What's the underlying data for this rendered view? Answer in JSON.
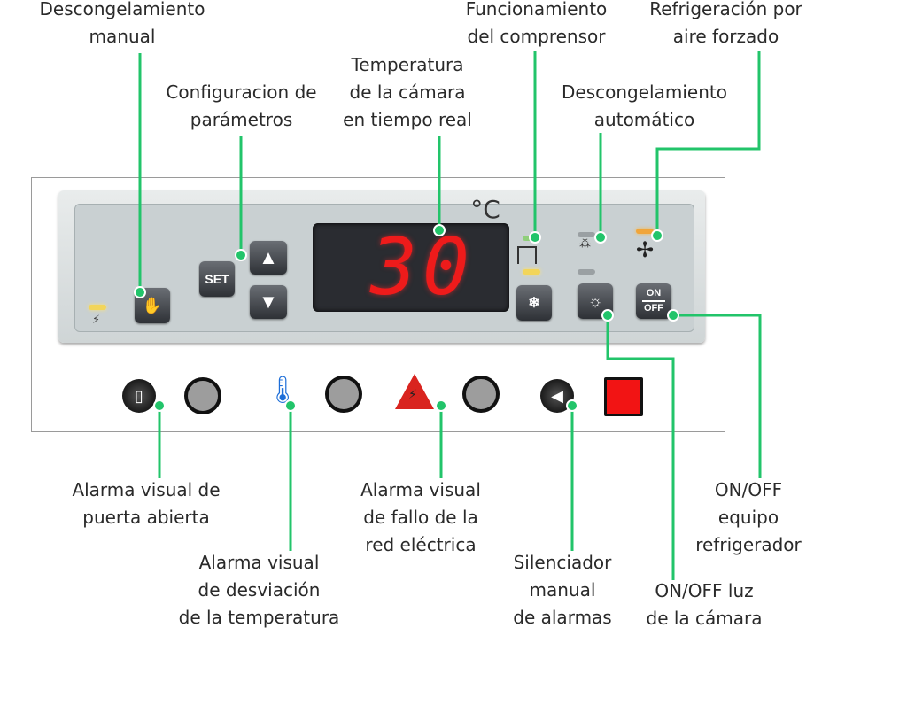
{
  "panel": {
    "display_value": "30",
    "unit": "°C",
    "set_label": "SET",
    "on_label": "ON",
    "off_label": "OFF"
  },
  "labels": {
    "manual_defrost": "Descongelamiento\nmanual",
    "config": "Configuracion de\nparámetros",
    "temp_realtime": "Temperatura\nde la cámara\nen tiempo real",
    "compressor": "Funcionamiento\ndel comprensor",
    "forced_air": "Refrigeración por\naire forzado",
    "auto_defrost": "Descongelamiento\nautomático",
    "door_alarm": "Alarma visual de\npuerta abierta",
    "temp_deviation_alarm": "Alarma visual\nde desviación\nde la temperatura",
    "power_failure_alarm": "Alarma visual\nde fallo de la\nred eléctrica",
    "alarm_silencer": "Silenciador\nmanual\nde alarmas",
    "light_onoff": "ON/OFF luz\nde la cámara",
    "equipment_onoff": "ON/OFF\nequipo\nrefrigerador"
  },
  "colors": {
    "leader": "#22c46a",
    "digits": "#ee1b1b",
    "alarm_square": "#f21414"
  },
  "icons": [
    "hand-defrost-icon",
    "up-arrow-icon",
    "down-arrow-icon",
    "snowflake-icon",
    "bulb-icon",
    "fan-icon",
    "compressor-icon",
    "defrost-icon",
    "door-icon",
    "thermometer-icon",
    "warning-lightning-icon",
    "speaker-icon",
    "power-led-icon"
  ]
}
